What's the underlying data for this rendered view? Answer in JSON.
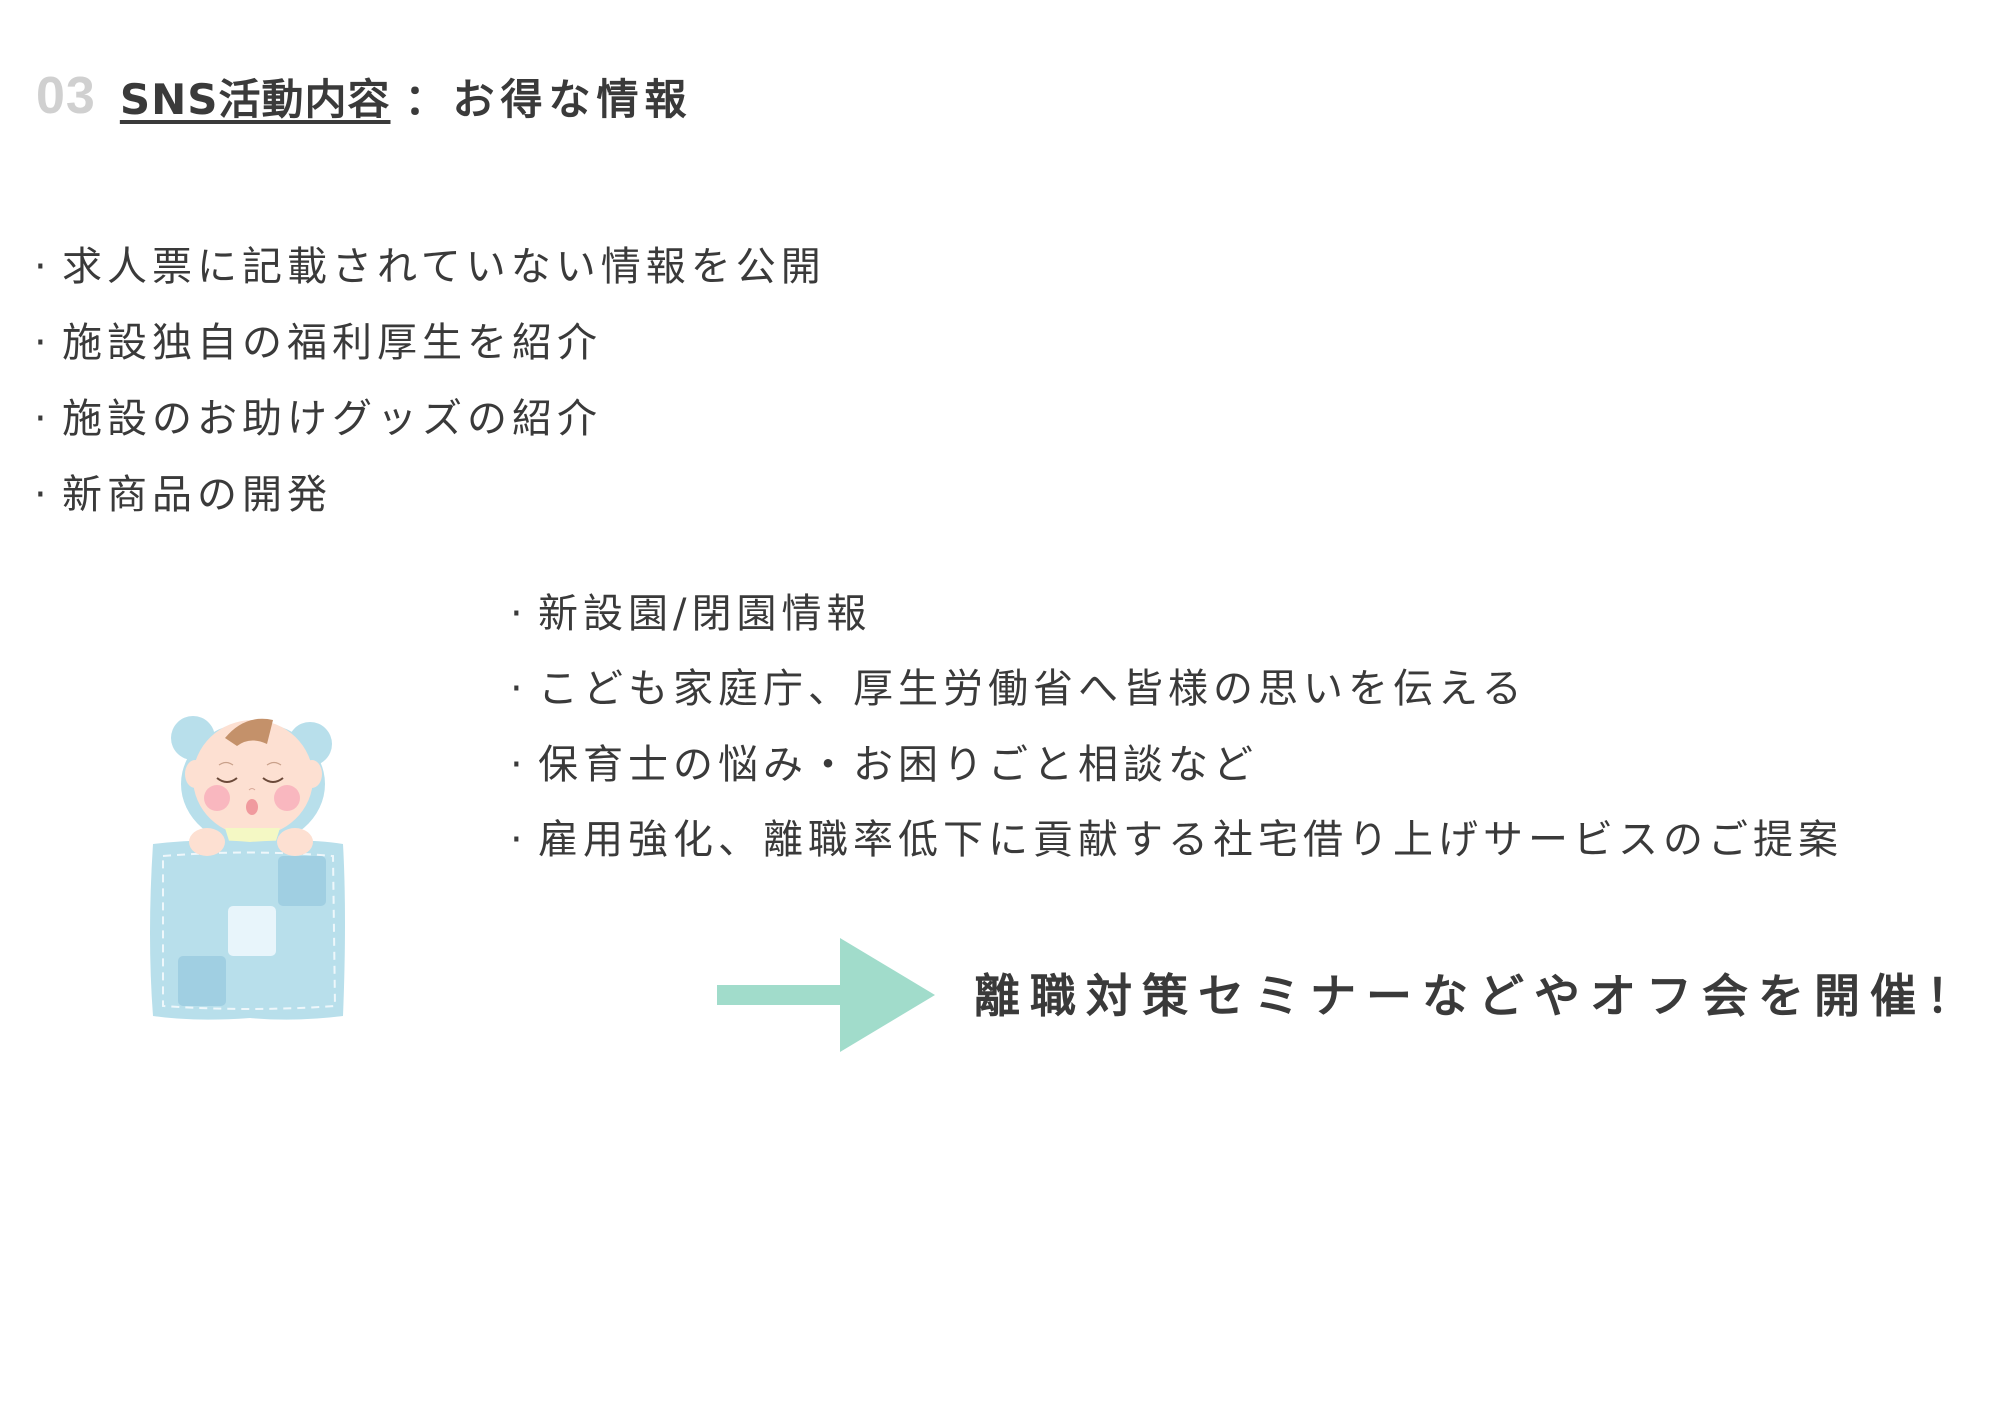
{
  "heading": {
    "number": "03",
    "title": "SNS活動内容",
    "subtitle": "：お得な情報"
  },
  "bullet": "·",
  "list_primary": [
    "求人票に記載されていない情報を公開",
    "施設独自の福利厚生を紹介",
    "施設のお助けグッズの紹介",
    "新商品の開発"
  ],
  "list_secondary": [
    "新設園/閉園情報",
    "こども家庭庁、厚生労働省へ皆様の思いを伝える",
    "保育士の悩み・お困りごと相談など",
    "雇用強化、離職率低下に貢献する社宅借り上げサービスのご提案"
  ],
  "callout": {
    "text": "離職対策セミナーなどやオフ会を開催！",
    "arrow_color": "#a1dccb"
  },
  "illustration": {
    "icon": "sleeping-baby-icon",
    "colors": {
      "blanket": "#b8dfeb",
      "patch_dark": "#a0cfe2",
      "patch_light": "#e8f5fb",
      "skin": "#fde0d2",
      "hair": "#c4916a",
      "cheek": "#f7a9b8",
      "shirt": "#f4f8c4"
    }
  },
  "colors": {
    "text": "#3a3a3a",
    "number": "#d0d0d0"
  }
}
